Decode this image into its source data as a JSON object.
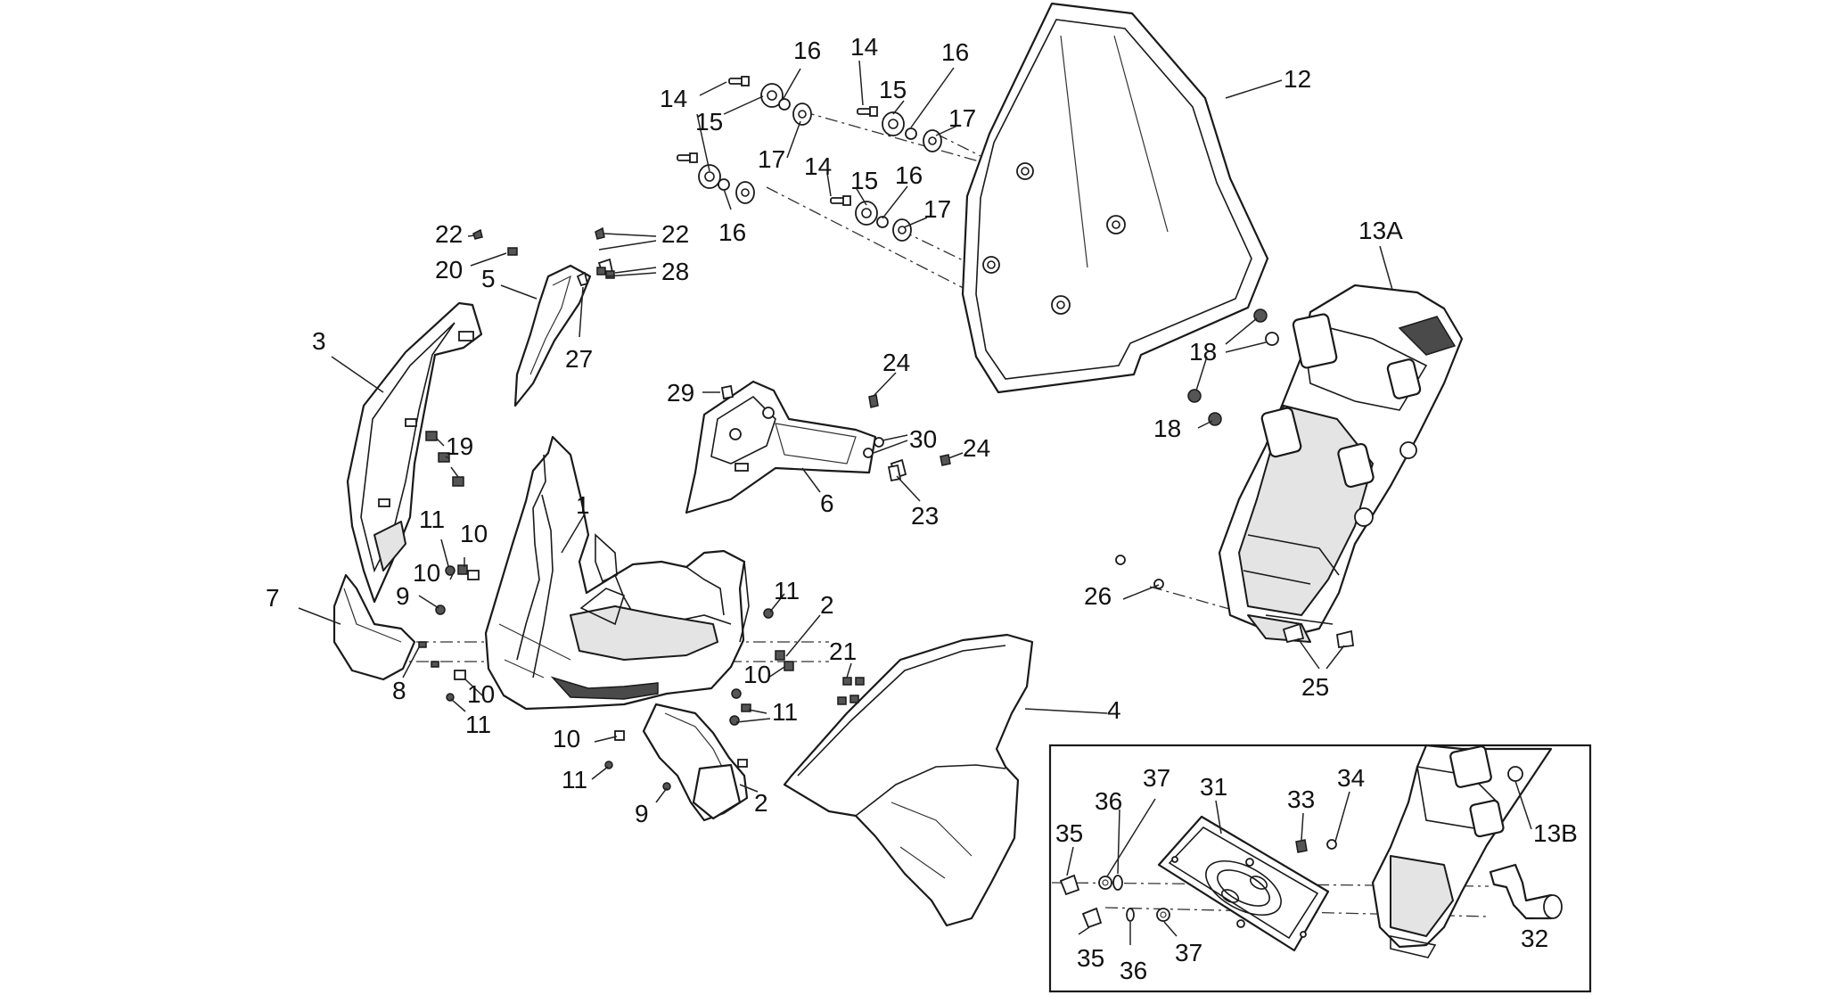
{
  "labels": {
    "p1": "1",
    "p2a": "2",
    "p2b": "2",
    "p3": "3",
    "p4": "4",
    "p5": "5",
    "p6": "6",
    "p7": "7",
    "p8": "8",
    "p9a": "9",
    "p9b": "9",
    "p10a": "10",
    "p10b": "10",
    "p10c": "10",
    "p10d": "10",
    "p10e": "10",
    "p11a": "11",
    "p11b": "11",
    "p11c": "11",
    "p11d": "11",
    "p11e": "11",
    "p12": "12",
    "p13a": "13A",
    "p13b": "13B",
    "p14a": "14",
    "p14b": "14",
    "p14c": "14",
    "p15a": "15",
    "p15b": "15",
    "p15c": "15",
    "p16a": "16",
    "p16b": "16",
    "p16c": "16",
    "p16d": "16",
    "p17a": "17",
    "p17b": "17",
    "p17c": "17",
    "p18a": "18",
    "p18b": "18",
    "p19": "19",
    "p20": "20",
    "p21": "21",
    "p22a": "22",
    "p22b": "22",
    "p23": "23",
    "p24a": "24",
    "p24b": "24",
    "p25": "25",
    "p26": "26",
    "p27": "27",
    "p28": "28",
    "p29": "29",
    "p30": "30",
    "p31": "31",
    "p32": "32",
    "p33": "33",
    "p34": "34",
    "p35a": "35",
    "p35b": "35",
    "p36a": "36",
    "p36b": "36",
    "p37a": "37",
    "p37b": "37"
  },
  "colors": {
    "line": "#1a1a1a",
    "background": "#ffffff",
    "shade": "#e4e4e4"
  }
}
